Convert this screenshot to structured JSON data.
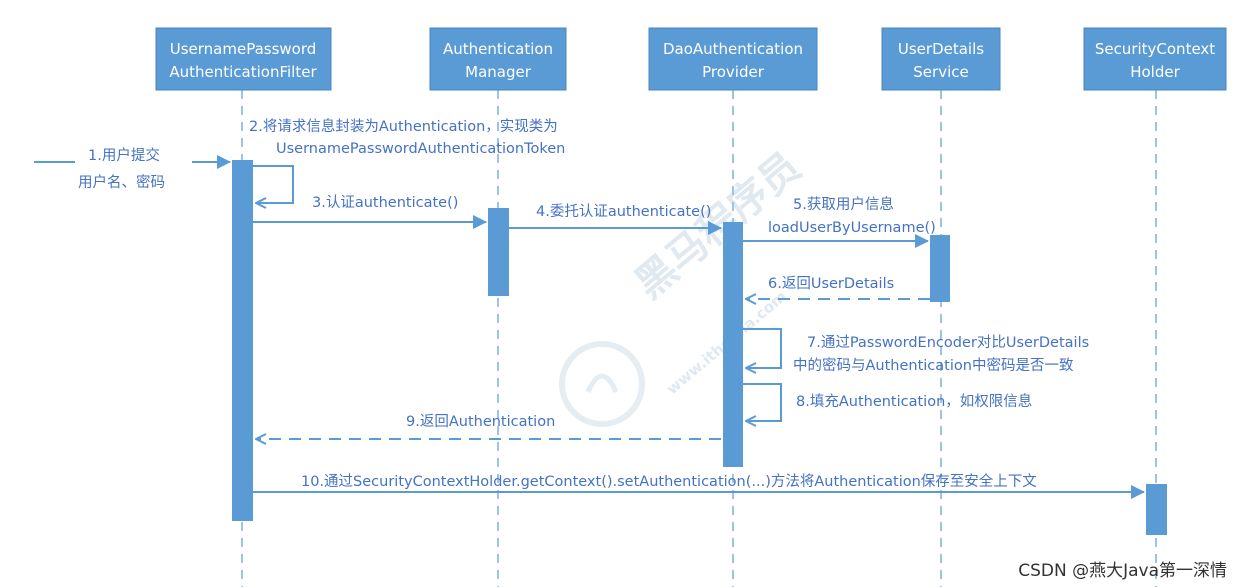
{
  "actors": [
    {
      "line1": "UsernamePassword",
      "line2": "AuthenticationFilter"
    },
    {
      "line1": "Authentication",
      "line2": "Manager"
    },
    {
      "line1": "DaoAuthentication",
      "line2": "Provider"
    },
    {
      "line1": "UserDetails",
      "line2": "Service"
    },
    {
      "line1": "SecurityContext",
      "line2": "Holder"
    }
  ],
  "messages": {
    "m1": {
      "line1": "1.用户提交",
      "line2": "用户名、密码"
    },
    "m2": {
      "line1": "2.将请求信息封装为Authentication，实现类为",
      "line2": "UsernamePasswordAuthenticationToken"
    },
    "m3": {
      "text": "3.认证authenticate()"
    },
    "m4": {
      "text": "4.委托认证authenticate()"
    },
    "m5": {
      "line1": "5.获取用户信息",
      "line2": "loadUserByUsername()"
    },
    "m6": {
      "text": "6.返回UserDetails"
    },
    "m7": {
      "line1": "7.通过PasswordEncoder对比UserDetails",
      "line2": "中的密码与Authentication中密码是否一致"
    },
    "m8": {
      "text": "8.填充Authentication，如权限信息"
    },
    "m9": {
      "text": "9.返回Authentication"
    },
    "m10": {
      "text": "10.通过SecurityContextHolder.getContext().setAuthentication(...)方法将Authentication保存至安全上下文"
    }
  },
  "watermark": {
    "brand": "黑马程序员",
    "url": "www.itheima.com",
    "credit": "CSDN @燕大Java第一深情"
  },
  "colors": {
    "actor": "#5b9bd5",
    "lifeline": "#9dc3e6",
    "text": "#4472c4"
  }
}
